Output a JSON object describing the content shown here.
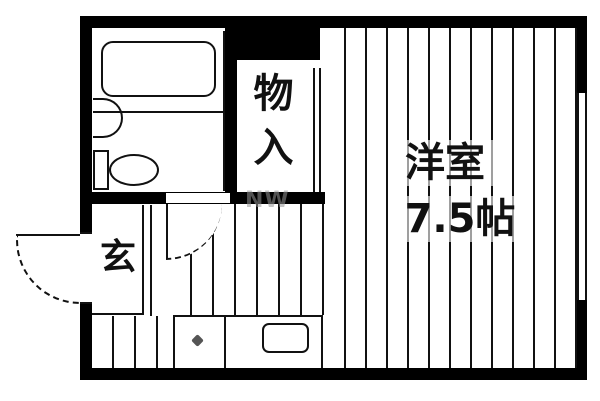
{
  "floor_plan": {
    "rooms": {
      "western_room": {
        "name": "洋室",
        "size": "7.5帖"
      },
      "storage": {
        "name_top": "物",
        "name_bottom": "入"
      },
      "entrance": {
        "name": "玄"
      }
    },
    "watermark": "NW",
    "colors": {
      "wall": "#000000",
      "floor": "#ffffff",
      "line": "#111111"
    }
  }
}
